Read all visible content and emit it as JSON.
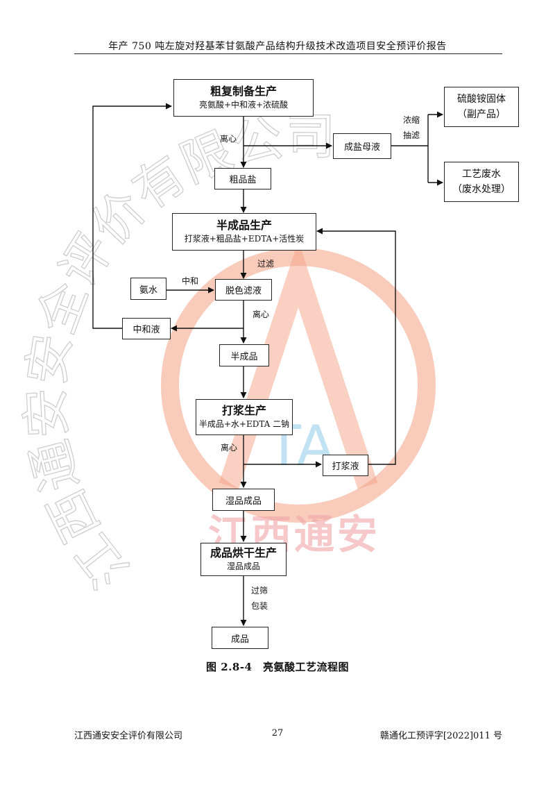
{
  "header": {
    "title": "年产 750 吨左旋对羟基苯甘氨酸产品结构升级技术改造项目安全预评价报告"
  },
  "watermark": {
    "company_arc": "江西通安安全评价有限公司",
    "logo_letters": "TA",
    "brand": "江西通安",
    "color": "#f3a183",
    "brand_color": "#f1a4a8"
  },
  "boxes": {
    "crude_prep": {
      "title": "粗复制备生产",
      "sub": "亮氨酸+中和液+浓硫酸"
    },
    "mother_liquor": {
      "label": "成盐母液"
    },
    "ammonium_sulfate": {
      "line1": "硫酸铵固体",
      "line2": "（副产品）"
    },
    "wastewater": {
      "line1": "工艺废水",
      "line2": "（废水处理）"
    },
    "crude_salt": {
      "label": "粗品盐"
    },
    "semi_prod": {
      "title": "半成品生产",
      "sub": "打浆液+粗品盐+EDTA+活性炭"
    },
    "ammonia": {
      "label": "氨水"
    },
    "decolor": {
      "label": "脱色滤液"
    },
    "neutral": {
      "label": "中和液"
    },
    "semi": {
      "label": "半成品"
    },
    "slurry_prod": {
      "title": "打浆生产",
      "sub": "半成品+水+EDTA 二钠"
    },
    "slurry_liquor": {
      "label": "打浆液"
    },
    "wet": {
      "label": "湿品成品"
    },
    "dry": {
      "title": "成品烘干生产",
      "sub": "湿品成品"
    },
    "final": {
      "label": "成品"
    }
  },
  "labels": {
    "centrifuge1": "离心",
    "concentrate": "浓缩",
    "suction": "抽滤",
    "filter": "过滤",
    "neutralize": "中和",
    "centrifuge2": "离心",
    "centrifuge3": "离心",
    "sieve": "过筛",
    "pack": "包装"
  },
  "caption": "图 2.8-4　亮氨酸工艺流程图",
  "footer": {
    "left": "江西通安安全评价有限公司",
    "page": "27",
    "right": "赣通化工预评字[2022]011 号"
  }
}
